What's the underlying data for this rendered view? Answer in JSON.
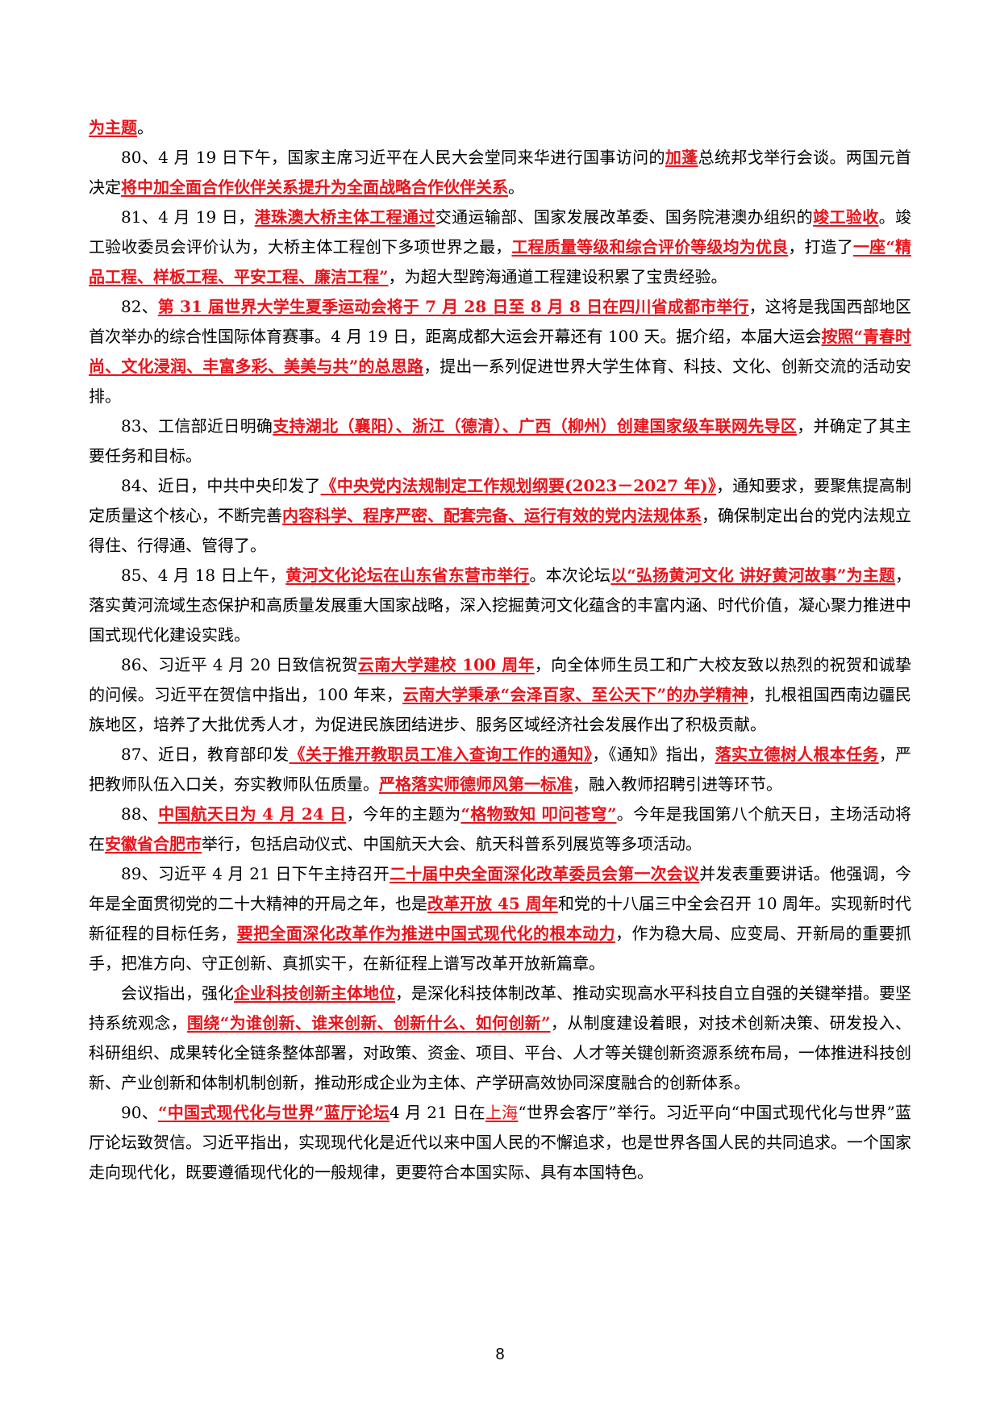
{
  "colors": {
    "highlight": "#e8141b",
    "text": "#000000"
  },
  "page_number": "8",
  "paragraphs": [
    {
      "indent": false,
      "runs": [
        {
          "t": "为主题",
          "h": true
        },
        {
          "t": "。"
        }
      ]
    },
    {
      "indent": true,
      "runs": [
        {
          "t": "80、4 月 19 日下午，国家主席习近平在人民大会堂同来华进行国事访问的"
        },
        {
          "t": "加蓬",
          "h": true
        },
        {
          "t": "总统邦戈举行会谈。两国元首决定"
        },
        {
          "t": "将中加全面合作伙伴关系提升为全面战略合作伙伴关系",
          "h": true
        },
        {
          "t": "。"
        }
      ]
    },
    {
      "indent": true,
      "runs": [
        {
          "t": "81、4 月 19 日，"
        },
        {
          "t": "港珠澳大桥主体工程通过",
          "h": true
        },
        {
          "t": "交通运输部、国家发展改革委、国务院港澳办组织的"
        },
        {
          "t": "竣工验收",
          "h": true
        },
        {
          "t": "。竣工验收委员会评价认为，大桥主体工程创下多项世界之最，"
        },
        {
          "t": "工程质量等级和综合评价等级均为优良",
          "h": true
        },
        {
          "t": "，打造了"
        },
        {
          "t": "一座“精品工程、样板工程、平安工程、廉洁工程”",
          "h": true
        },
        {
          "t": "，为超大型跨海通道工程建设积累了宝贵经验。"
        }
      ]
    },
    {
      "indent": true,
      "runs": [
        {
          "t": "82、"
        },
        {
          "t": "第 31 届世界大学生夏季运动会将于 7 月 28 日至 8 月 8 日在四川省成都市举行",
          "h": true
        },
        {
          "t": "，这将是我国西部地区首次举办的综合性国际体育赛事。4 月 19 日，距离成都大运会开幕还有 100 天。据介绍，本届大运会"
        },
        {
          "t": "按照“青春时尚、文化浸润、丰富多彩、美美与共”的总思路",
          "h": true
        },
        {
          "t": "，提出一系列促进世界大学生体育、科技、文化、创新交流的活动安排。"
        }
      ]
    },
    {
      "indent": true,
      "runs": [
        {
          "t": "83、工信部近日明确"
        },
        {
          "t": "支持湖北（襄阳）、浙江（德清）、广西（柳州）创建国家级车联网先导区",
          "h": true
        },
        {
          "t": "，并确定了其主要任务和目标。"
        }
      ]
    },
    {
      "indent": true,
      "runs": [
        {
          "t": "84、近日，中共中央印发了"
        },
        {
          "t": "《中央党内法规制定工作规划纲要(2023－2027 年)》",
          "h": true
        },
        {
          "t": "，通知要求，要聚焦提高制定质量这个核心，不断完善"
        },
        {
          "t": "内容科学、程序严密、配套完备、运行有效的党内法规体系",
          "h": true
        },
        {
          "t": "，确保制定出台的党内法规立得住、行得通、管得了。"
        }
      ]
    },
    {
      "indent": true,
      "runs": [
        {
          "t": "85、4 月 18 日上午，"
        },
        {
          "t": "黄河文化论坛在山东省东营市举行",
          "h": true
        },
        {
          "t": "。本次论坛"
        },
        {
          "t": "以“弘扬黄河文化  讲好黄河故事”为主题",
          "h": true
        },
        {
          "t": "，落实黄河流域生态保护和高质量发展重大国家战略，深入挖掘黄河文化蕴含的丰富内涵、时代价值，凝心聚力推进中国式现代化建设实践。"
        }
      ]
    },
    {
      "indent": true,
      "runs": [
        {
          "t": "86、习近平 4 月 20 日致信祝贺"
        },
        {
          "t": "云南大学建校 100 周年",
          "h": true
        },
        {
          "t": "，向全体师生员工和广大校友致以热烈的祝贺和诚挚的问候。习近平在贺信中指出，100 年来，"
        },
        {
          "t": "云南大学秉承“会泽百家、至公天下”的办学精神",
          "h": true
        },
        {
          "t": "，扎根祖国西南边疆民族地区，培养了大批优秀人才，为促进民族团结进步、服务区域经济社会发展作出了积极贡献。"
        }
      ]
    },
    {
      "indent": true,
      "runs": [
        {
          "t": "87、近日，教育部印发"
        },
        {
          "t": "《关于推开教职员工准入查询工作的通知》",
          "h": true
        },
        {
          "t": "，《通知》指出，"
        },
        {
          "t": "落实立德树人根本任务",
          "h": true
        },
        {
          "t": "，严把教师队伍入口关，夯实教师队伍质量。"
        },
        {
          "t": "严格落实师德师风第一标准",
          "h": true
        },
        {
          "t": "，融入教师招聘引进等环节。"
        }
      ]
    },
    {
      "indent": true,
      "runs": [
        {
          "t": "88、"
        },
        {
          "t": "中国航天日为 4 月 24 日",
          "h": true
        },
        {
          "t": "，今年的主题为"
        },
        {
          "t": "“格物致知  叩问苍穹”",
          "h": true
        },
        {
          "t": "。今年是我国第八个航天日，主场活动将在"
        },
        {
          "t": "安徽省合肥市",
          "h": true
        },
        {
          "t": "举行，包括启动仪式、中国航天大会、航天科普系列展览等多项活动。"
        }
      ]
    },
    {
      "indent": true,
      "runs": [
        {
          "t": "89、习近平 4 月 21 日下午主持召开"
        },
        {
          "t": "二十届中央全面深化改革委员会第一次会议",
          "h": true
        },
        {
          "t": "并发表重要讲话。他强调，今年是全面贯彻党的二十大精神的开局之年，也是"
        },
        {
          "t": "改革开放 45 周年",
          "h": true
        },
        {
          "t": "和党的十八届三中全会召开 10 周年。实现新时代新征程的目标任务，"
        },
        {
          "t": "要把全面深化改革作为推进中国式现代化的根本动力",
          "h": true
        },
        {
          "t": "，作为稳大局、应变局、开新局的重要抓手，把准方向、守正创新、真抓实干，在新征程上谱写改革开放新篇章。"
        }
      ]
    },
    {
      "indent": true,
      "runs": [
        {
          "t": "会议指出，强化"
        },
        {
          "t": "企业科技创新主体地位",
          "h": true
        },
        {
          "t": "，是深化科技体制改革、推动实现高水平科技自立自强的关键举措。要坚持系统观念，"
        },
        {
          "t": "围绕“为谁创新、谁来创新、创新什么、如何创新”",
          "h": true
        },
        {
          "t": "，从制度建设着眼，对技术创新决策、研发投入、科研组织、成果转化全链条整体部署，对政策、资金、项目、平台、人才等关键创新资源系统布局，一体推进科技创新、产业创新和体制机制创新，推动形成企业为主体、产学研高效协同深度融合的创新体系。"
        }
      ]
    },
    {
      "indent": true,
      "runs": [
        {
          "t": "90、"
        },
        {
          "t": "“中国式现代化与世界”蓝厅论坛",
          "h": true
        },
        {
          "t": "4 月 21 日在"
        },
        {
          "t": "上海",
          "h2": true
        },
        {
          "t": "“世界会客厅”举行。习近平向“中国式现代化与世界”蓝厅论坛致贺信。习近平指出，实现现代化是近代以来中国人民的不懈追求，也是世界各国人民的共同追求。一个国家走向现代化，既要遵循现代化的一般规律，更要符合本国实际、具有本国特色。"
        }
      ]
    }
  ]
}
